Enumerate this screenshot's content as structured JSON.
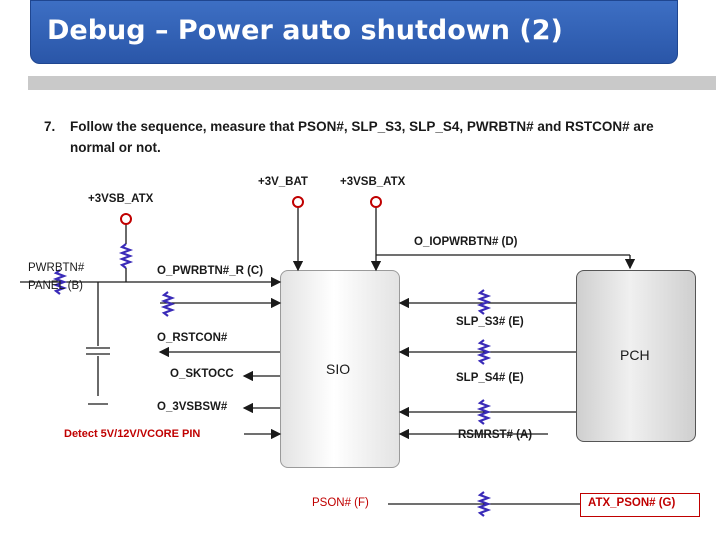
{
  "title": "Debug – Power auto shutdown (2)",
  "step": {
    "number": "7.",
    "text": "Follow the sequence, measure that PSON#, SLP_S3, SLP_S4, PWRBTN# and RSTCON#  are normal or not."
  },
  "diagram": {
    "blocks": {
      "sio": "SIO",
      "pch": "PCH"
    },
    "power_rails": {
      "vsb_left": "+3VSB_ATX",
      "v3_bat": "+3V_BAT",
      "vsb_right": "+3VSB_ATX"
    },
    "labels": {
      "pwrbtn_panel": "PWRBTN#\nPANEL (B)",
      "o_pwrbtn_r": "O_PWRBTN#_R (C)",
      "o_iopwrbtn": "O_IOPWRBTN# (D)",
      "o_rstcon": "O_RSTCON#",
      "o_sktocc": "O_SKTOCC",
      "o_3vsbsw": "O_3VSBSW#",
      "detect": "Detect 5V/12V/VCORE PIN",
      "slp_s3": "SLP_S3# (E)",
      "slp_s4": "SLP_S4# (E)",
      "rsmrst": "RSMRST# (A)",
      "pson": "PSON#  (F)",
      "atx_pson": "ATX_PSON#  (G)"
    },
    "colors": {
      "title_bar": "#2a56a8",
      "highlight_text": "#c00000",
      "resistor": "#3a2bb8"
    }
  }
}
